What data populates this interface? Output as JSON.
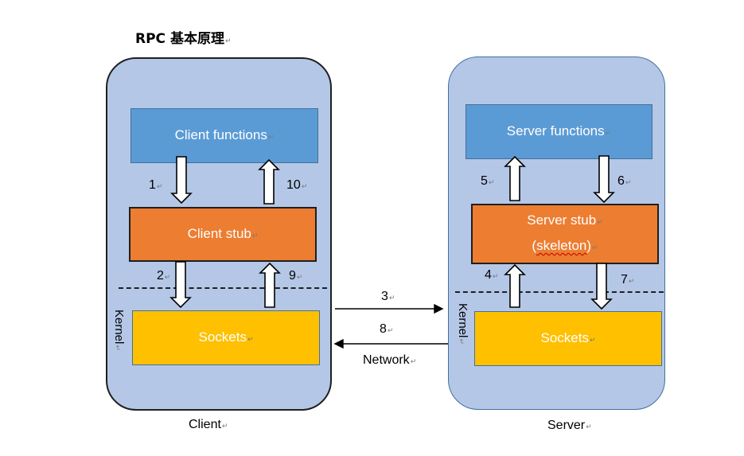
{
  "title": "RPC 基本原理",
  "client": {
    "functions": "Client functions",
    "stub": "Client stub",
    "sockets": "Sockets",
    "kernel": "Kernel",
    "label": "Client"
  },
  "server": {
    "functions": "Server functions",
    "stub_line1": "Server stub",
    "stub_open": "(",
    "stub_word": "skeleton",
    "stub_close": ")",
    "sockets": "Sockets",
    "kernel": "Kernel",
    "label": "Server"
  },
  "steps": [
    "1",
    "10",
    "2",
    "9",
    "3",
    "8",
    "5",
    "6",
    "4",
    "7"
  ],
  "network": "Network",
  "paragraph_mark": "↵"
}
